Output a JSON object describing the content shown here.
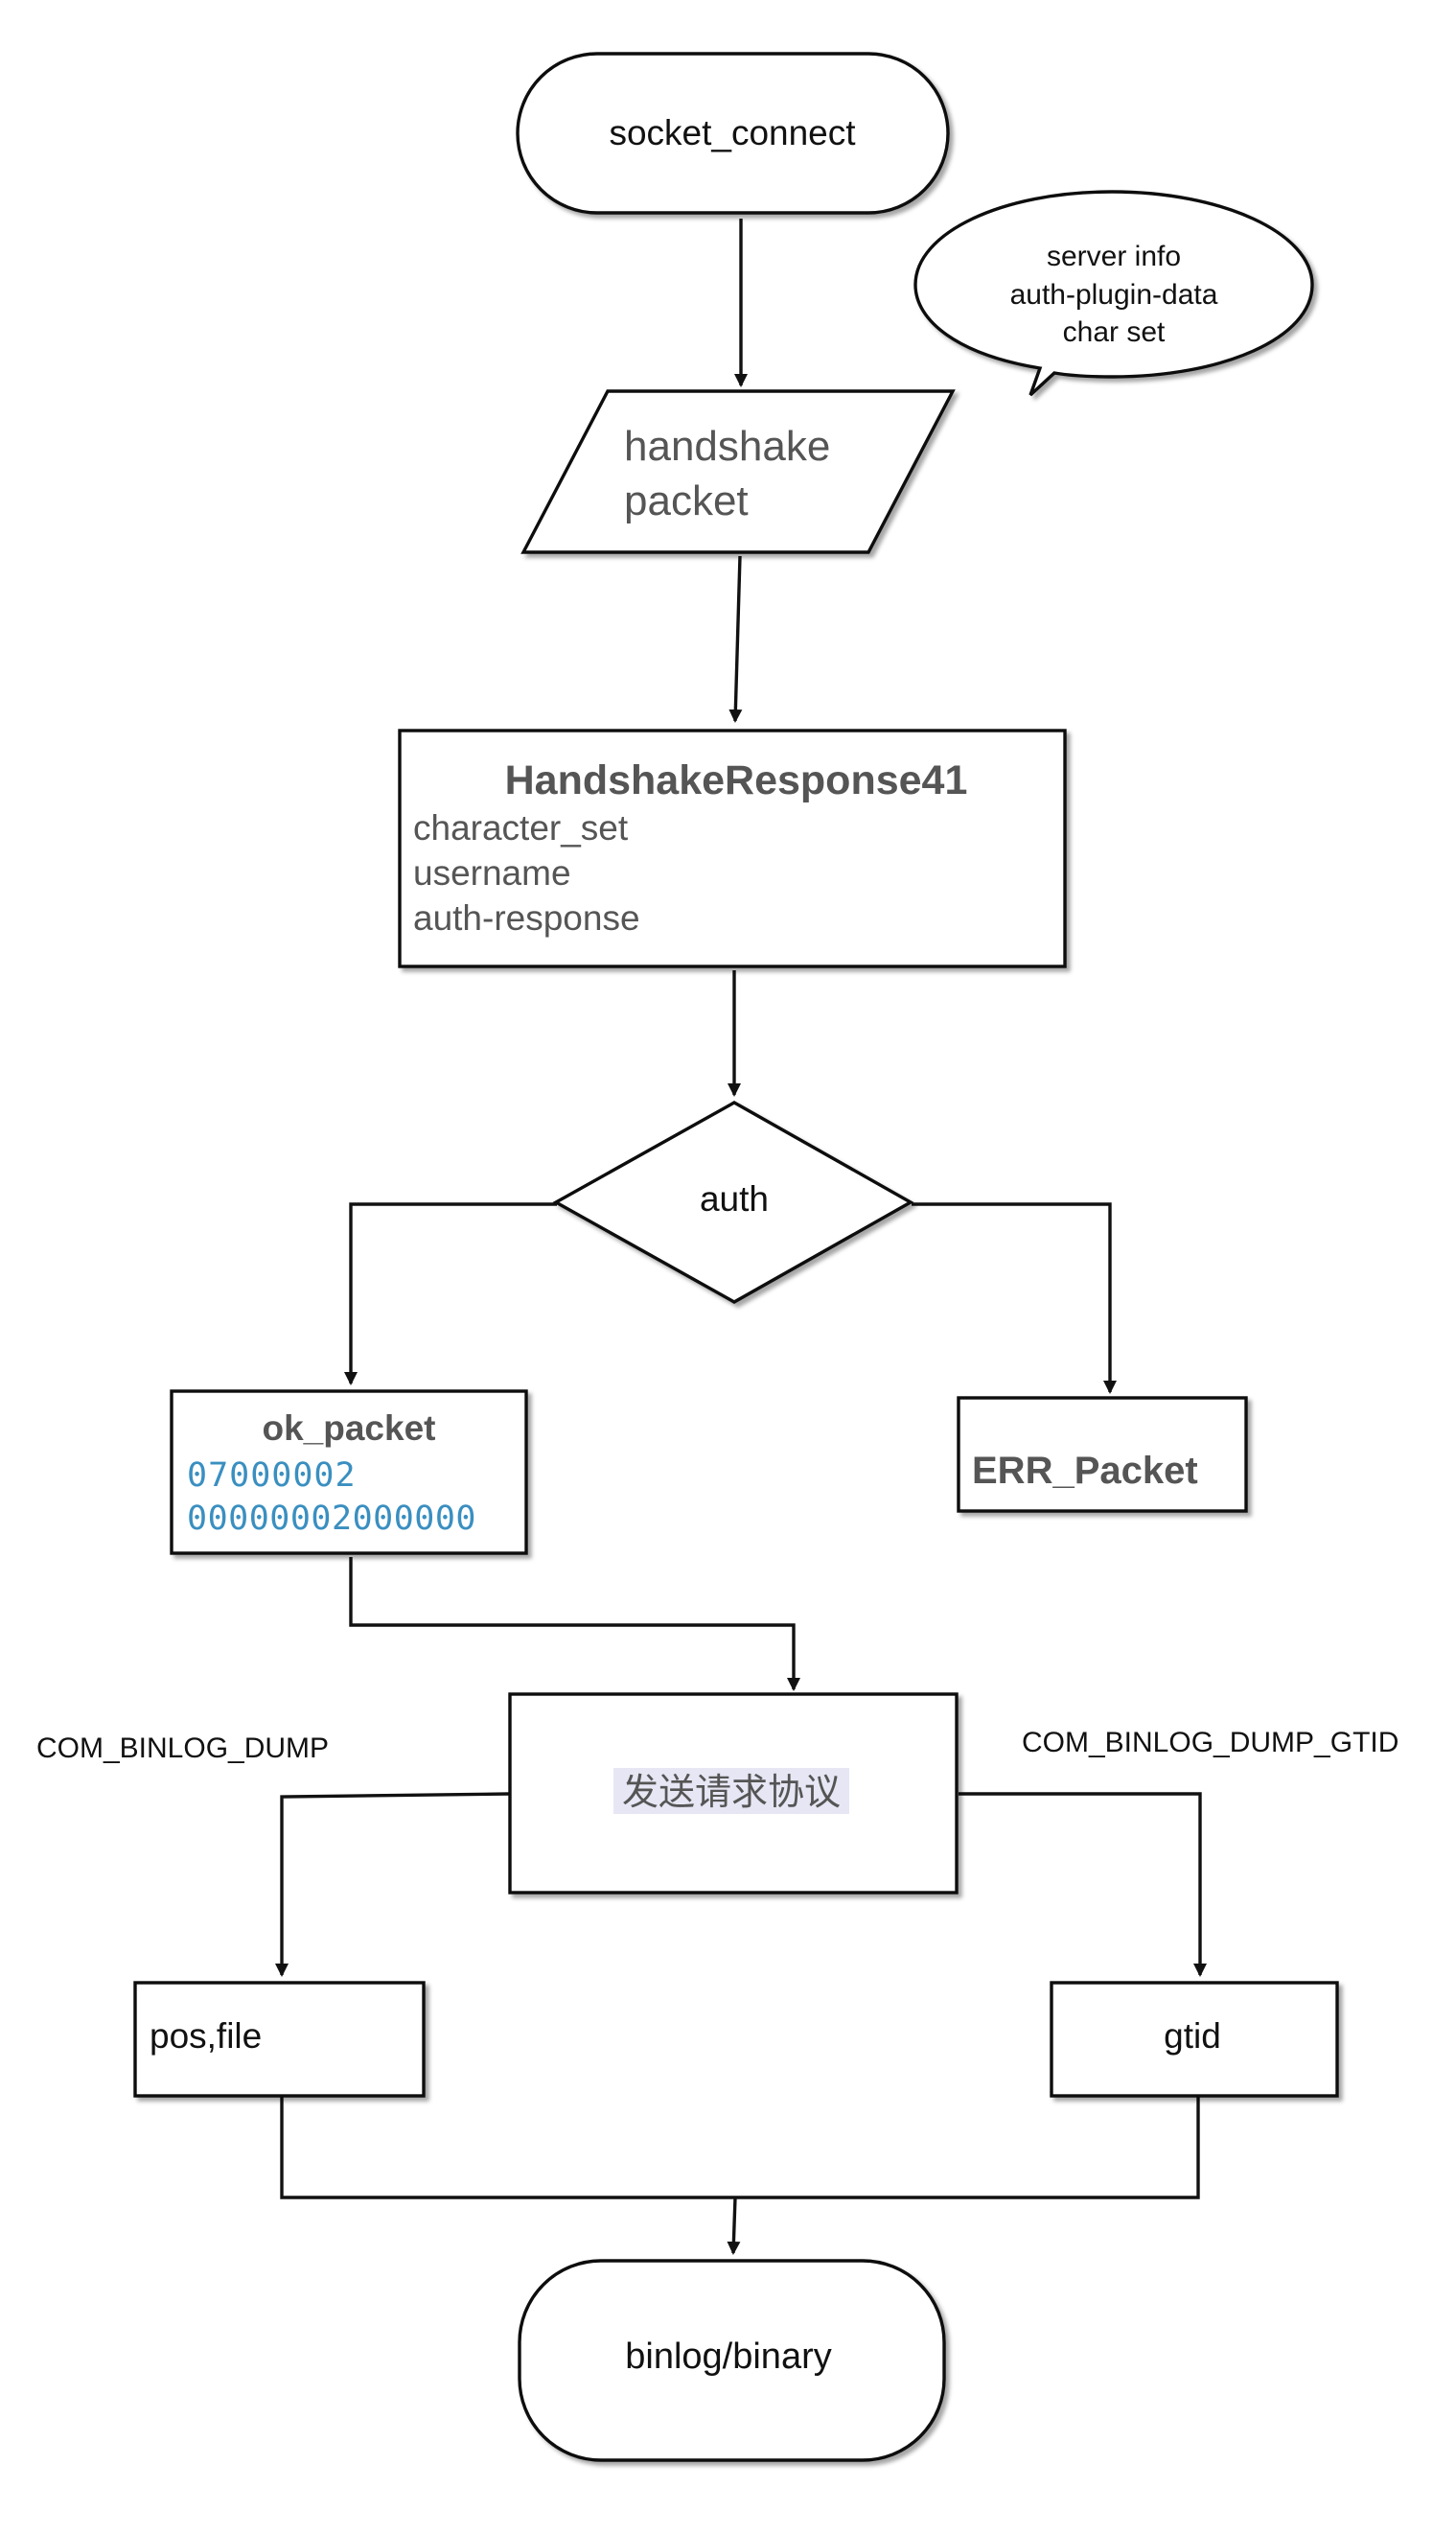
{
  "nodes": {
    "socket_connect": {
      "label": "socket_connect"
    },
    "speech_bubble": {
      "lines": [
        "server info",
        "auth-plugin-data",
        "char set"
      ]
    },
    "handshake_packet": {
      "lines": [
        "handshake",
        "packet"
      ]
    },
    "handshake_response": {
      "title": "HandshakeResponse41",
      "fields": [
        "character_set",
        "username",
        "auth-response"
      ]
    },
    "auth": {
      "label": "auth"
    },
    "ok_packet": {
      "title": "ok_packet",
      "hex": [
        "07000002",
        "00000002000000"
      ]
    },
    "err_packet": {
      "label": "ERR_Packet"
    },
    "send_request": {
      "label": "发送请求协议"
    },
    "pos_file": {
      "label": "pos,file"
    },
    "gtid": {
      "label": "gtid"
    },
    "binlog": {
      "label": "binlog/binary"
    }
  },
  "edge_labels": {
    "binlog_dump": "COM_BINLOG_DUMP",
    "binlog_dump_gtid": "COM_BINLOG_DUMP_GTID"
  },
  "colors": {
    "stroke": "#111111",
    "text": "#111111",
    "muted_text": "#555555",
    "hex_text": "#3a8fc0",
    "highlight": "#e6e6f4"
  }
}
